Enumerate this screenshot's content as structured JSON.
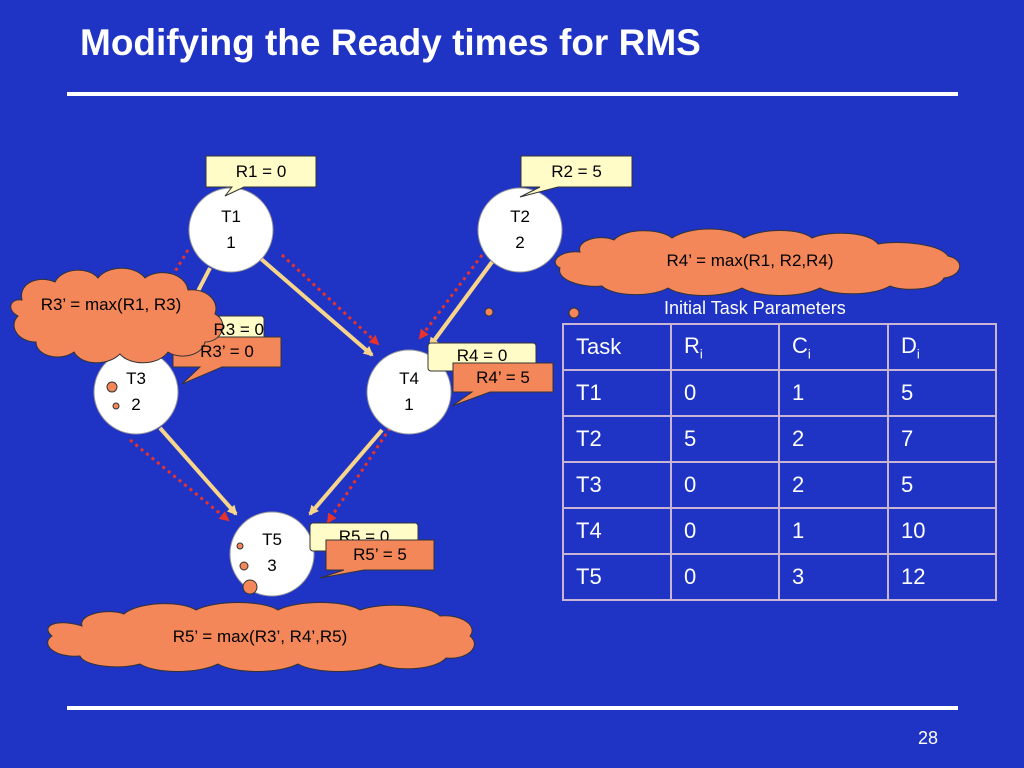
{
  "slide": {
    "title": "Modifying the Ready times for RMS",
    "page_number": "28"
  },
  "nodes": [
    {
      "id": "T1",
      "value": "1"
    },
    {
      "id": "T2",
      "value": "2"
    },
    {
      "id": "T3",
      "value": "2"
    },
    {
      "id": "T4",
      "value": "1"
    },
    {
      "id": "T5",
      "value": "3"
    }
  ],
  "callouts": {
    "r1": "R1 = 0",
    "r2": "R2 = 5",
    "r3_orig": "R3 = 0",
    "r3_new": "R3’ = 0",
    "r4_orig": "R4 = 0",
    "r4_new": "R4’ = 5",
    "r5_orig": "R5 = 0",
    "r5_new": "R5’ = 5"
  },
  "clouds": {
    "r3": "R3’ = max(R1, R3)",
    "r4": "R4’ = max(R1, R2,R4)",
    "r5": "R5’ = max(R3’, R4’,R5)"
  },
  "colors": {
    "background": "#1f34c4",
    "callout": "#fffcc8",
    "cloud": "#f4875a",
    "edge": "#f7d58a",
    "dotted_arrow": "#e8322a"
  },
  "table": {
    "caption": "Initial Task Parameters",
    "header": {
      "task": "Task",
      "r": "R",
      "c": "C",
      "d": "D",
      "sub": "i"
    },
    "rows": [
      [
        "T1",
        "0",
        "1",
        "5"
      ],
      [
        "T2",
        "5",
        "2",
        "7"
      ],
      [
        "T3",
        "0",
        "2",
        "5"
      ],
      [
        "T4",
        "0",
        "1",
        "10"
      ],
      [
        "T5",
        "0",
        "3",
        "12"
      ]
    ]
  }
}
